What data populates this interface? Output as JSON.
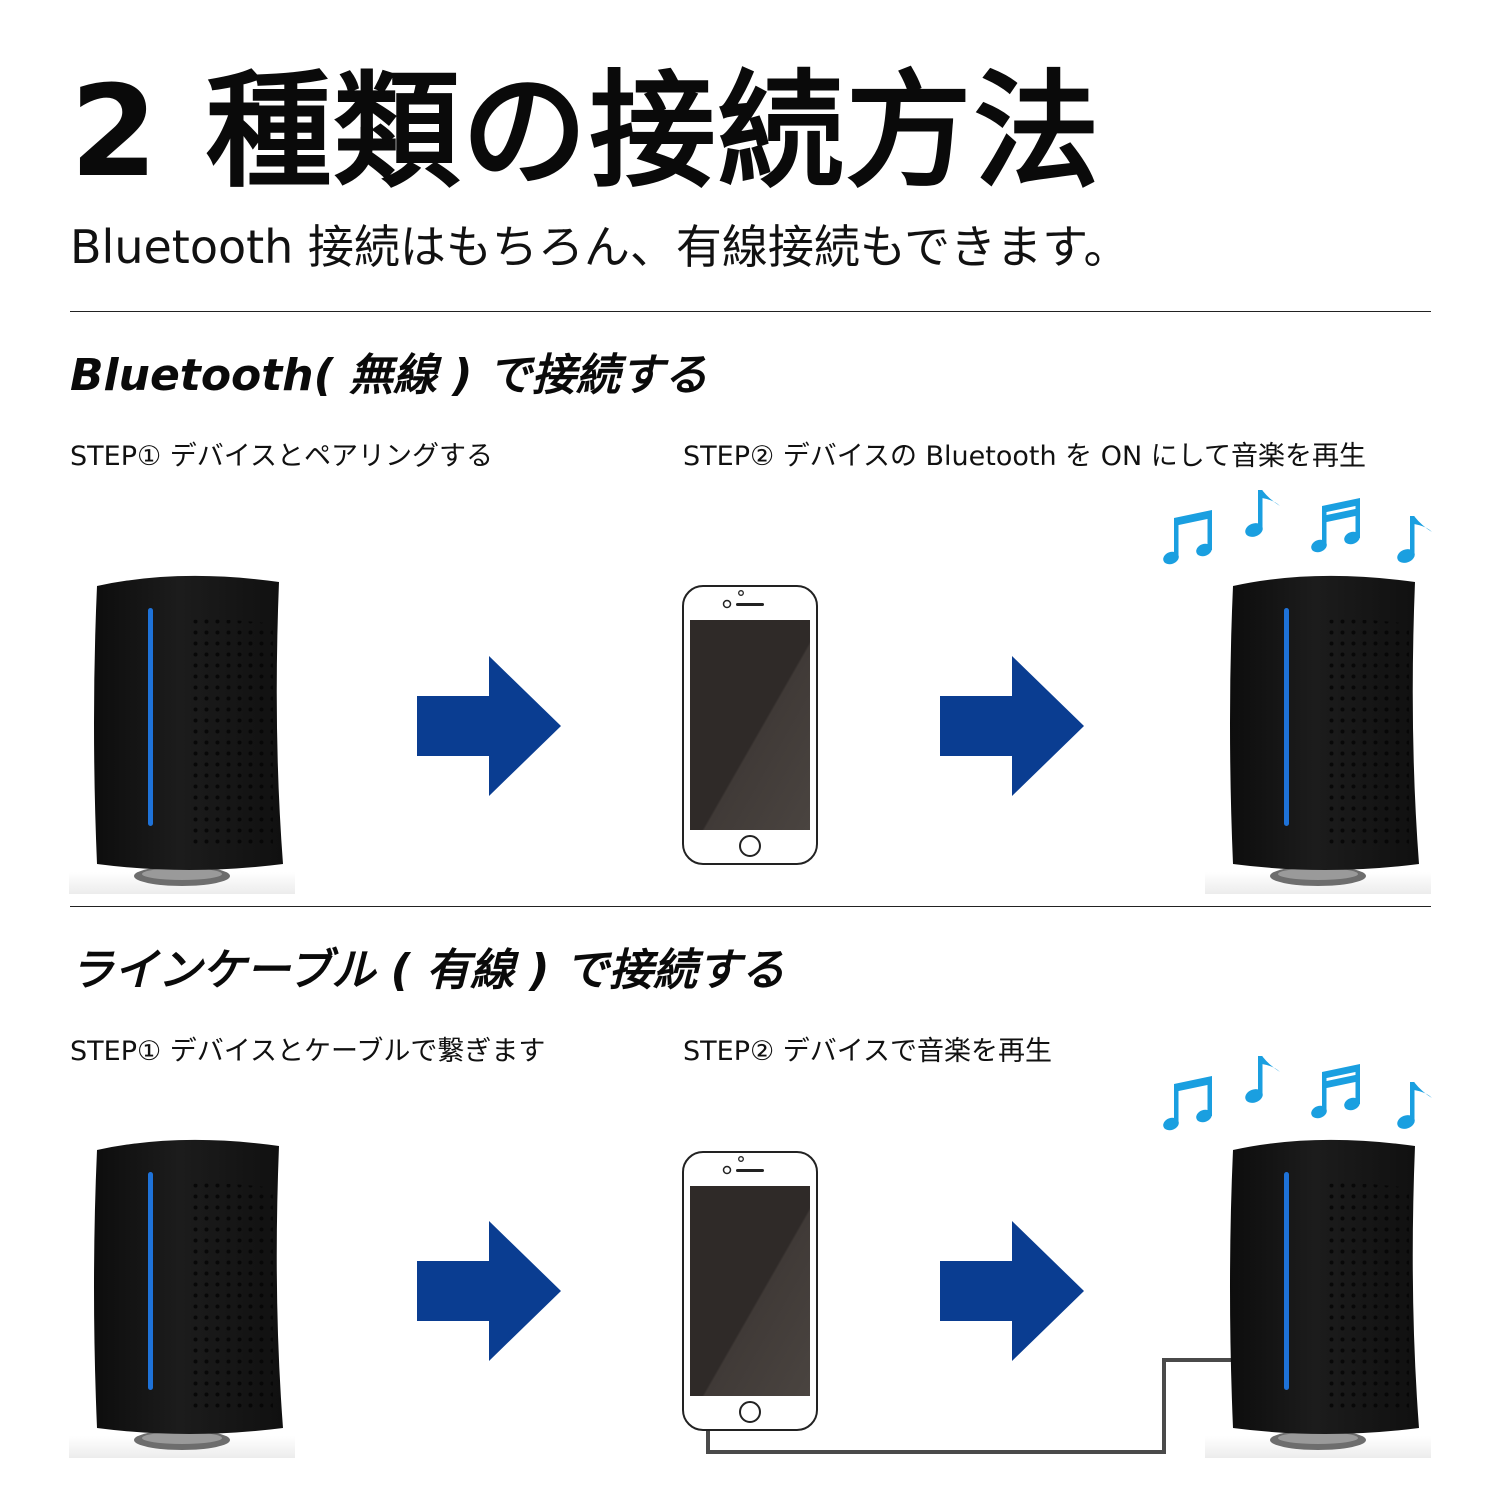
{
  "title": "2 種類の接続方法",
  "subtitle": "Bluetooth 接続はもちろん、有線接続もできます。",
  "sections": [
    {
      "title": "Bluetooth( 無線 ) で接続する",
      "step1": "STEP① デバイスとペアリングする",
      "step2": "STEP② デバイスの Bluetooth を ON にして音楽を再生"
    },
    {
      "title": "ラインケーブル ( 有線 ) で接続する",
      "step1": "STEP① デバイスとケーブルで繋ぎます",
      "step2": "STEP② デバイスで音楽を再生"
    }
  ],
  "colors": {
    "arrow": "#0a3d91",
    "music_note": "#1a9fe0",
    "speaker_body": "#141414",
    "speaker_light": "#1e72d8",
    "phone_screen": "#2f2a28",
    "cable": "#4a4a4a"
  },
  "icons": [
    "speaker-icon",
    "arrow-right-icon",
    "smartphone-icon",
    "music-note-icon",
    "cable-icon"
  ]
}
